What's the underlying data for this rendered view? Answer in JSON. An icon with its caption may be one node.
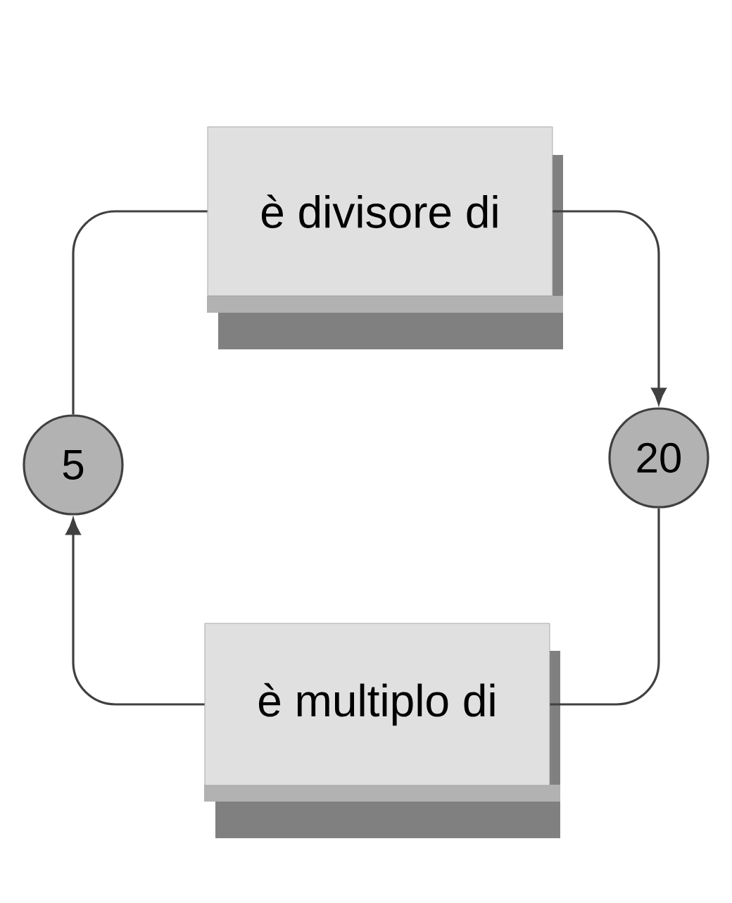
{
  "diagram": {
    "nodes": [
      {
        "text": [
          "5"
        ]
      },
      {
        "text": [
          "20"
        ]
      },
      {
        "text": [
          "è divisore di"
        ]
      },
      {
        "text": [
          "è multiplo di"
        ]
      }
    ],
    "edges": [
      {
        "from": 0,
        "to": 2,
        "arrow": "none"
      },
      {
        "from": 2,
        "to": 1,
        "arrow": "to"
      },
      {
        "from": 1,
        "to": 3,
        "arrow": "none"
      },
      {
        "from": 3,
        "to": 0,
        "arrow": "to"
      }
    ]
  }
}
